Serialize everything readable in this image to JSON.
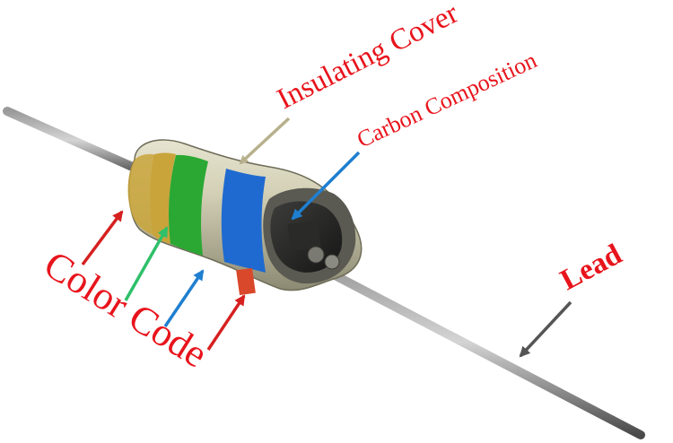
{
  "labels": {
    "insulating_cover": "Insulating Cover",
    "carbon_composition": "Carbon Composition",
    "lead": "Lead",
    "color_code": "Color Code"
  },
  "colors": {
    "label_text": "#e8141c",
    "arrow_insulating": "#b7b08c",
    "arrow_carbon": "#1f7fd0",
    "arrow_lead": "#555555",
    "arrow_red": "#d62020",
    "arrow_green": "#2ec06a",
    "arrow_blue": "#1f7fd0",
    "band_1": "#c9a43a",
    "band_2": "#2aa833",
    "band_3": "#1f6ad0",
    "band_4": "#d9482b"
  }
}
